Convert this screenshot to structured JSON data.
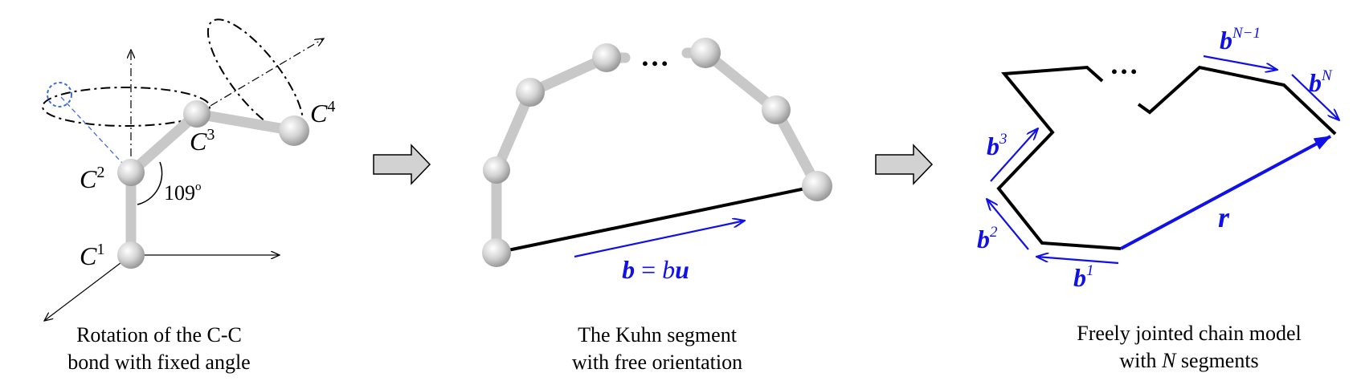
{
  "colors": {
    "accent_blue": "#1010e8",
    "bond_gray": "#c8c8c8",
    "arrow_fill": "#d2d2d2"
  },
  "panel1": {
    "labels": {
      "c1": "C",
      "c1_sup": "1",
      "c2": "C",
      "c2_sup": "2",
      "c3": "C",
      "c3_sup": "3",
      "c4": "C",
      "c4_sup": "4"
    },
    "angle_label": "109",
    "angle_unit": "o",
    "caption_line1": "Rotation of the C-C",
    "caption_line2": "bond with fixed angle"
  },
  "panel2": {
    "ellipsis": "…",
    "eq_b": "b",
    "eq_equals": " = ",
    "eq_b_scalar": "b",
    "eq_u": "u",
    "caption_line1": "The Kuhn segment",
    "caption_line2": "with free orientation"
  },
  "panel3": {
    "ellipsis": "…",
    "b_letter": "b",
    "b1_sup": "1",
    "b2_sup": "2",
    "b3_sup": "3",
    "bN1_sup": "N−1",
    "bN_sup": "N",
    "r_label": "r",
    "caption_line1": "Freely jointed chain model",
    "caption_prefix": "with ",
    "caption_N": "N",
    "caption_suffix": " segments"
  }
}
